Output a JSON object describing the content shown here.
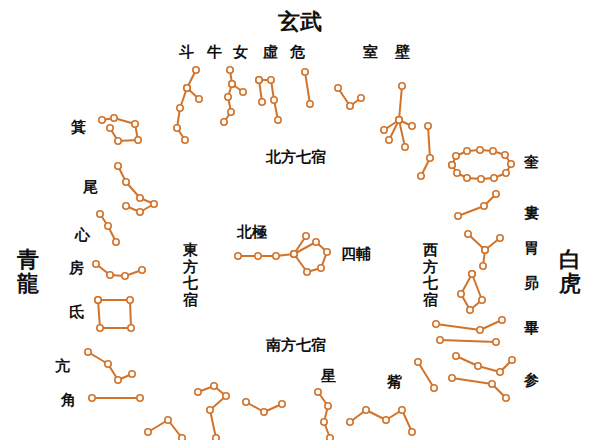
{
  "diagram": {
    "labels": [
      "玄武",
      "斗",
      "牛",
      "女",
      "虛",
      "危",
      "室",
      "壁",
      "箕",
      "北方七宿",
      "奎",
      "尾",
      "婁",
      "青龍",
      "心",
      "北極",
      "四輔",
      "東方七宿",
      "西方七宿",
      "白虎",
      "胃",
      "房",
      "昴",
      "氐",
      "畢",
      "南方七宿",
      "亢",
      "星",
      "觜",
      "参",
      "角"
    ]
  }
}
